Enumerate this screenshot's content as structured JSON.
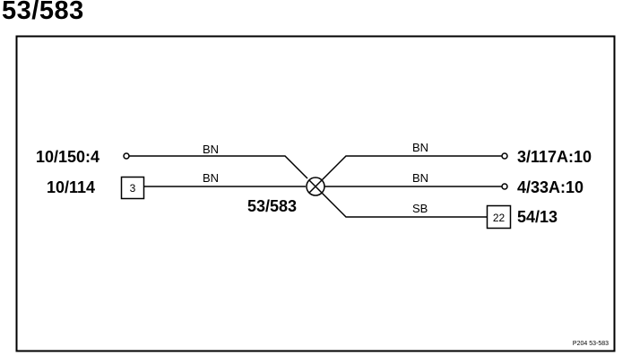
{
  "page_title": "53/583",
  "splice": {
    "label": "53/583"
  },
  "left_connections": [
    {
      "label": "10/150:4",
      "wire_color": "BN",
      "terminal": "pin",
      "box_label": ""
    },
    {
      "label": "10/114",
      "wire_color": "BN",
      "terminal": "box",
      "box_label": "3"
    }
  ],
  "right_connections": [
    {
      "label": "3/117A:10",
      "wire_color": "BN",
      "terminal": "pin",
      "box_label": ""
    },
    {
      "label": "4/33A:10",
      "wire_color": "BN",
      "terminal": "pin",
      "box_label": ""
    },
    {
      "label": "54/13",
      "wire_color": "SB",
      "terminal": "box",
      "box_label": "22"
    }
  ],
  "reference": "P204  53-583"
}
